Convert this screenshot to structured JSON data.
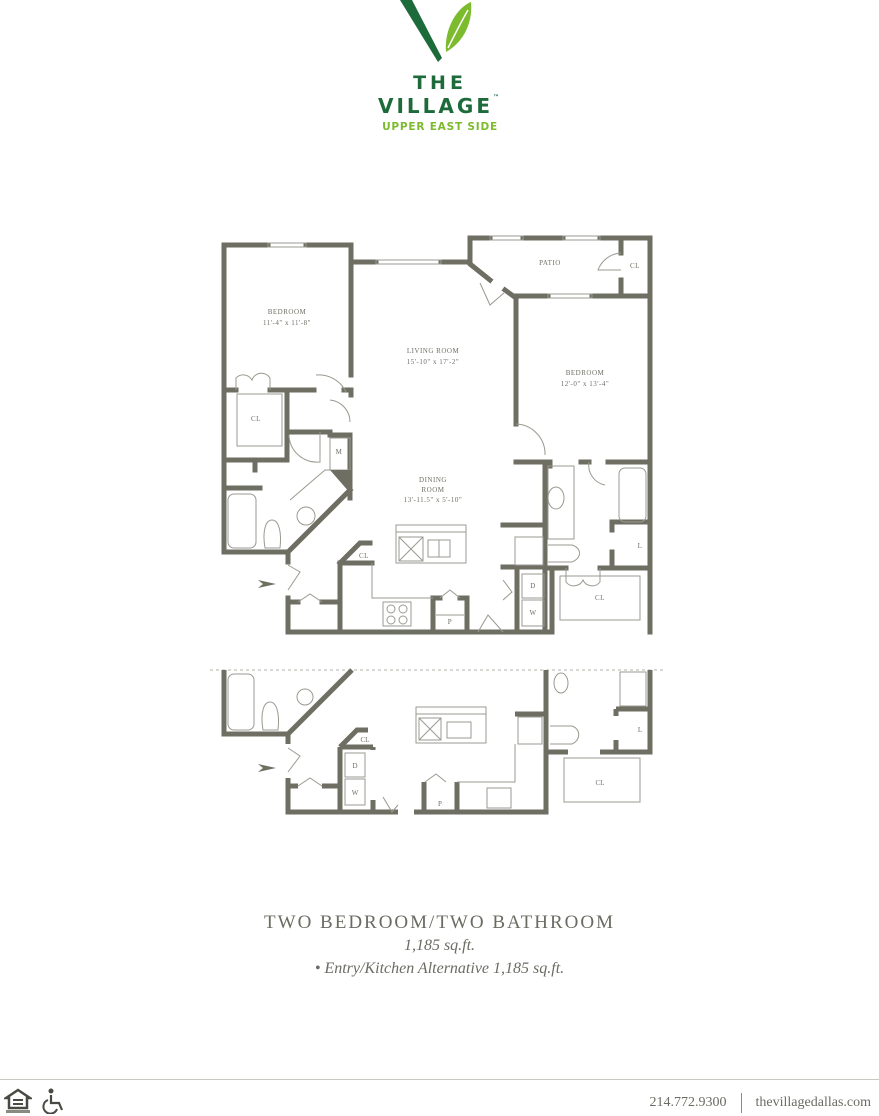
{
  "brand": {
    "line1": "THE",
    "line2": "VILLAGE",
    "trademark": "™",
    "line3": "UPPER EAST SIDE",
    "colors": {
      "dark_green": "#1d6b3a",
      "light_green": "#7dbb2e"
    }
  },
  "floorplan": {
    "wall_color": "#6e6e63",
    "rooms": [
      {
        "name": "BEDROOM",
        "dims": "11'-4\" x 11'-8\""
      },
      {
        "name": "LIVING ROOM",
        "dims": "15'-10\" x 17'-2\""
      },
      {
        "name": "PATIO",
        "dims": ""
      },
      {
        "name": "BEDROOM",
        "dims": "12'-0\" x 13'-4\""
      },
      {
        "name": "DINING ROOM",
        "dims": "13'-11.5\" x 5'-10\""
      }
    ],
    "labels": {
      "closet": "CL",
      "mech": "M",
      "pantry": "P",
      "dryer": "D",
      "washer": "W",
      "linen": "L",
      "dining_line1": "DINING",
      "dining_line2": "ROOM"
    },
    "entry_icon": "entry-arrow-icon"
  },
  "caption": {
    "title": "TWO BEDROOM/TWO BATHROOM",
    "sqft": "1,185 sq.ft.",
    "alternative": "• Entry/Kitchen Alternative 1,185 sq.ft."
  },
  "footer": {
    "icons": [
      "equal-housing-icon",
      "accessibility-icon"
    ],
    "phone": "214.772.9300",
    "website": "thevillagedallas.com"
  }
}
